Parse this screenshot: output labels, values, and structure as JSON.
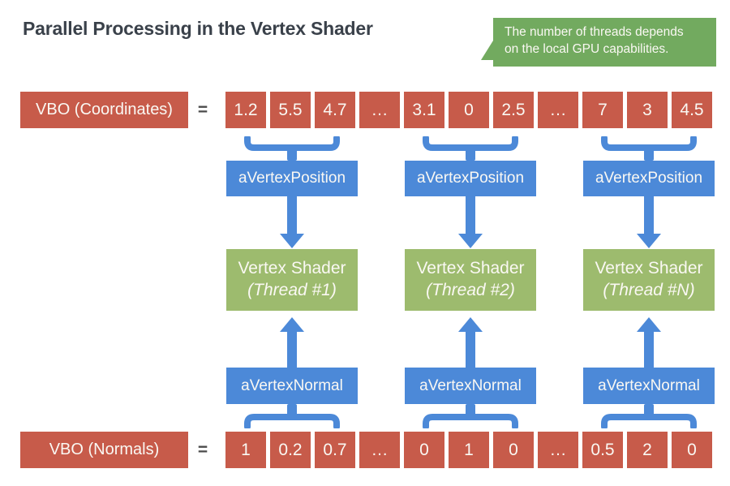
{
  "title": "Parallel Processing in the Vertex Shader",
  "callout": {
    "line1": "The number of threads depends",
    "line2": "on the local GPU capabilities."
  },
  "equals": "=",
  "top_row": {
    "label": "VBO (Coordinates)",
    "cells": [
      "1.2",
      "5.5",
      "4.7",
      "…",
      "3.1",
      "0",
      "2.5",
      "…",
      "7",
      "3",
      "4.5"
    ]
  },
  "bottom_row": {
    "label": "VBO (Normals)",
    "cells": [
      "1",
      "0.2",
      "0.7",
      "…",
      "0",
      "1",
      "0",
      "…",
      "0.5",
      "2",
      "0"
    ]
  },
  "columns": [
    {
      "attribute_top": "aVertexPosition",
      "shader_title": "Vertex Shader",
      "shader_thread": "(Thread #1)",
      "attribute_bottom": "aVertexNormal"
    },
    {
      "attribute_top": "aVertexPosition",
      "shader_title": "Vertex Shader",
      "shader_thread": "(Thread #2)",
      "attribute_bottom": "aVertexNormal"
    },
    {
      "attribute_top": "aVertexPosition",
      "shader_title": "Vertex Shader",
      "shader_thread": "(Thread #N)",
      "attribute_bottom": "aVertexNormal"
    }
  ],
  "colors": {
    "red": "#c75b4a",
    "blue": "#4c89d8",
    "green_box": "#9dbb6e",
    "green_callout": "#72aa5f",
    "title_text": "#3a414a",
    "equals_text": "#4b4b4b",
    "white_text": "#faf8f3"
  }
}
